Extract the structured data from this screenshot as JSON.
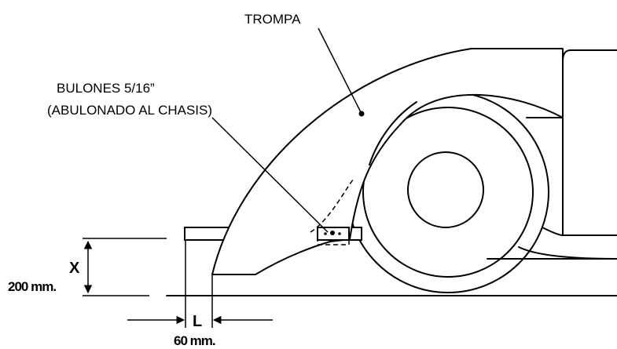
{
  "labels": {
    "trompa": "TROMPA",
    "bulones_line1": "BULONES 5/16”",
    "bulones_line2": "(ABULONADO AL CHASIS)",
    "dim_x": "X",
    "dim_x_value": "200 mm.",
    "dim_l": "L",
    "dim_l_value": "60 mm."
  },
  "colors": {
    "line": "#000000",
    "background": "#ffffff"
  }
}
